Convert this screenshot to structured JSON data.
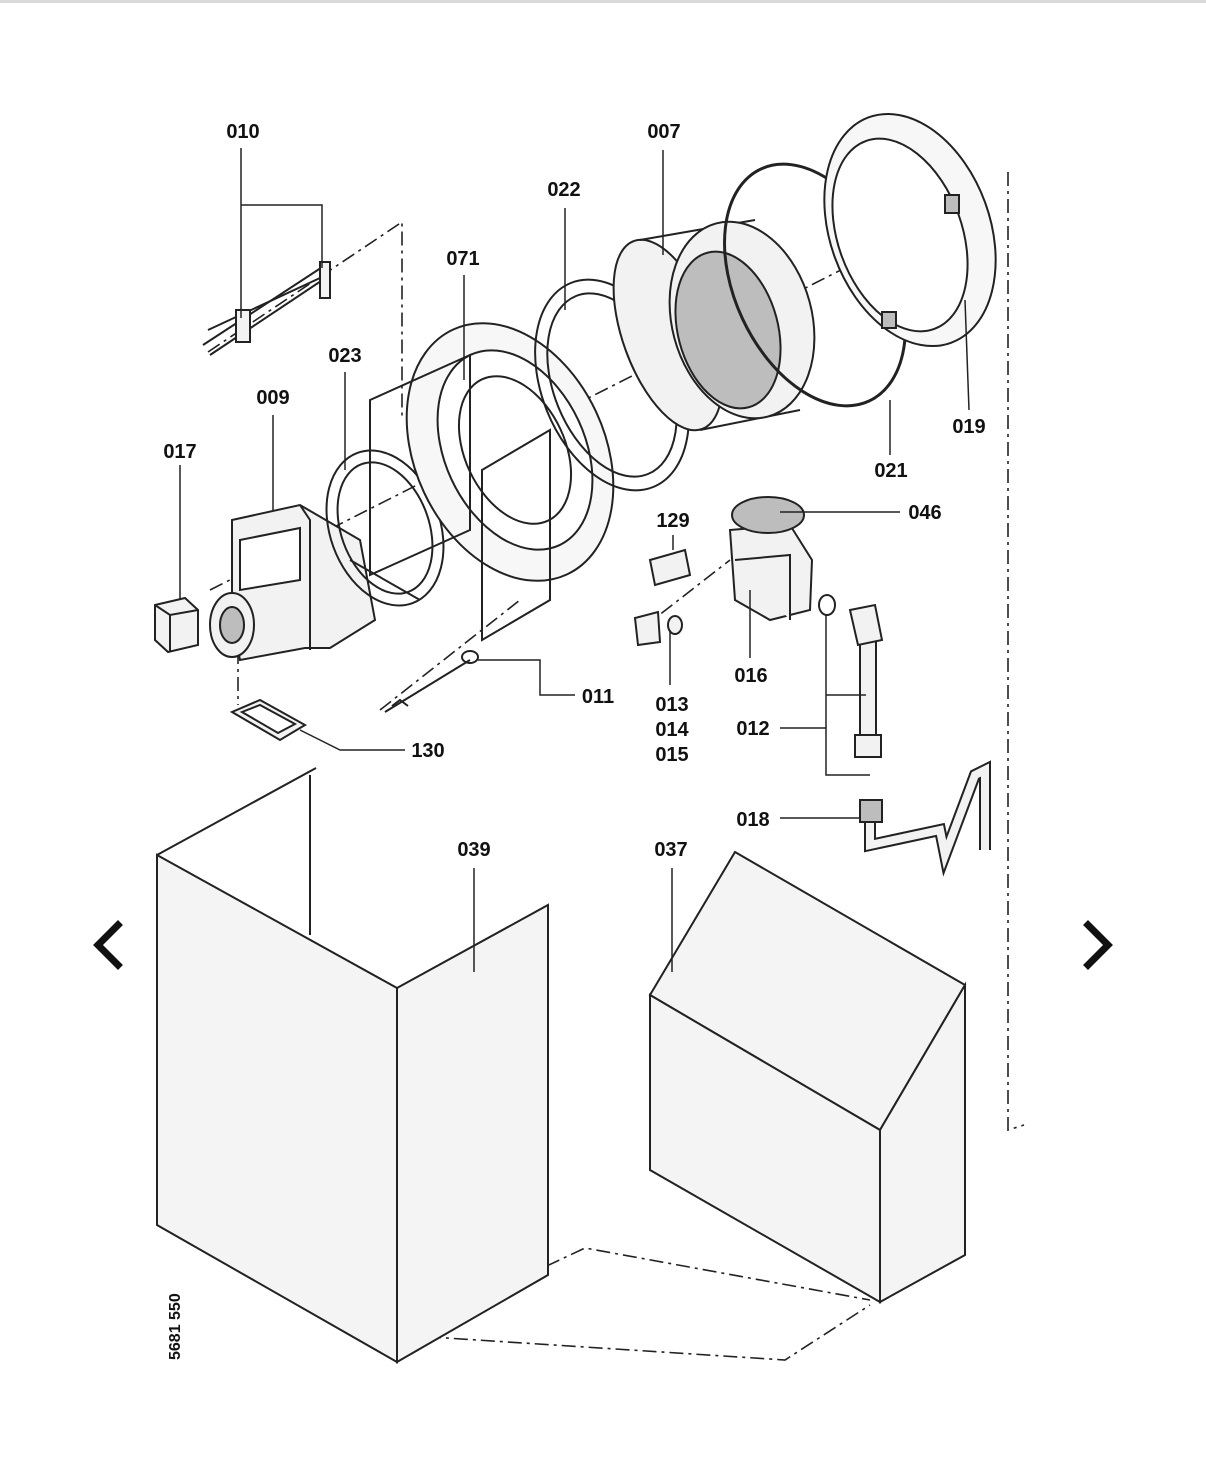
{
  "diagram": {
    "labels": {
      "p010": "010",
      "p007": "007",
      "p022": "022",
      "p071": "071",
      "p023": "023",
      "p009": "009",
      "p017": "017",
      "p019": "019",
      "p021": "021",
      "p046": "046",
      "p129": "129",
      "p011": "011",
      "p013": "013",
      "p014": "014",
      "p015": "015",
      "p016": "016",
      "p012": "012",
      "p130": "130",
      "p018": "018",
      "p039": "039",
      "p037": "037"
    },
    "reference_code": "5681 550"
  },
  "navigation": {
    "prev_icon": "chevron-left-icon",
    "next_icon": "chevron-right-icon"
  },
  "colors": {
    "line": "#222222",
    "fill_light": "#f2f2f2",
    "fill_mid": "#bdbdbd",
    "nav": "#111111"
  }
}
